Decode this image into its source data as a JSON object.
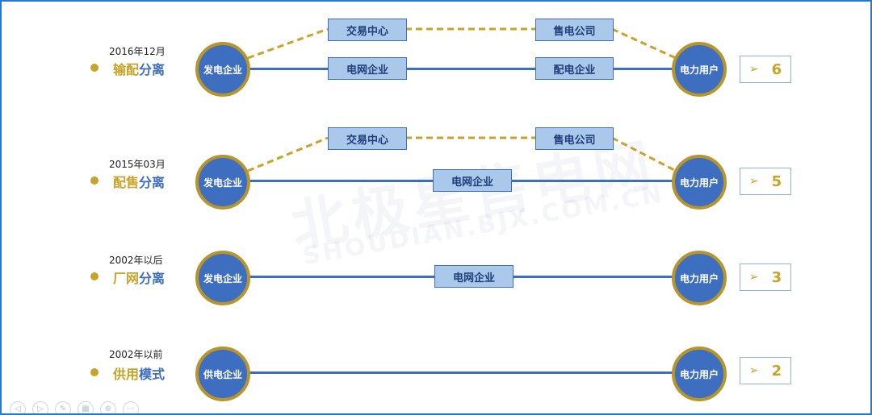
{
  "watermark": {
    "text": "北极星售电网",
    "subtext": "SHOUDIAN.BJX.COM.CN"
  },
  "rows": [
    {
      "year": "2016年12月",
      "title_gold": "输配",
      "title_blue": "分离",
      "left_node": "发电企业",
      "right_node": "电力用户",
      "boxes": {
        "top_left": "交易中心",
        "top_right": "售电公司",
        "mid_left": "电网企业",
        "mid_right": "配电企业"
      },
      "count": "6"
    },
    {
      "year": "2015年03月",
      "title_gold": "配售",
      "title_blue": "分离",
      "left_node": "发电企业",
      "right_node": "电力用户",
      "boxes": {
        "top_left": "交易中心",
        "top_right": "售电公司",
        "mid": "电网企业"
      },
      "count": "5"
    },
    {
      "year": "2002年以后",
      "title_gold": "厂网",
      "title_blue": "分离",
      "left_node": "发电企业",
      "right_node": "电力用户",
      "boxes": {
        "mid": "电网企业"
      },
      "count": "3"
    },
    {
      "year": "2002年以前",
      "title_gold": "供用",
      "title_blue": "模式",
      "left_node": "供电企业",
      "right_node": "电力用户",
      "boxes": {},
      "count": "2"
    }
  ],
  "colors": {
    "blue": "#3e6ec0",
    "gold": "#c9a227",
    "box": "#a9c8ea"
  },
  "icons": {
    "count_arrow": "arrowhead-icon"
  }
}
